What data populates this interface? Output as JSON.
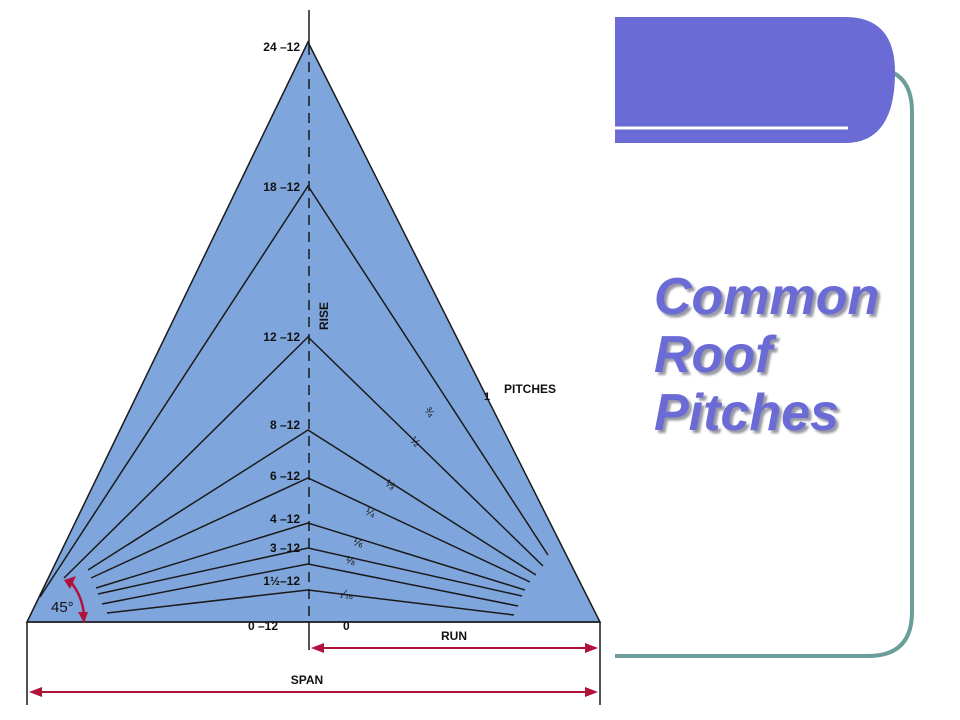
{
  "slide": {
    "title_lines": [
      "Common",
      "Roof",
      "Pitches"
    ],
    "colors": {
      "title": "#6b6bd6",
      "accent_box": "#6b6bd6",
      "frame": "#6b9e9a",
      "roof_fill": "#7fa6dc",
      "dimension": "#b0123a"
    }
  },
  "diagram": {
    "rise_label": "RISE",
    "run_label": "RUN",
    "span_label": "SPAN",
    "pitches_label": "PITCHES",
    "angle_label": "45°",
    "run_zero": "0",
    "pitch_marks": [
      {
        "id": "24",
        "label": "24 –12",
        "fraction": "1"
      },
      {
        "id": "18",
        "label": "18 –12",
        "fraction": "¾"
      },
      {
        "id": "12",
        "label": "12 –12",
        "fraction": "½"
      },
      {
        "id": "8",
        "label": "8 –12",
        "fraction": "⅓"
      },
      {
        "id": "6",
        "label": "6 –12",
        "fraction": "¼"
      },
      {
        "id": "4",
        "label": "4 –12",
        "fraction": "⅙"
      },
      {
        "id": "3",
        "label": "3 –12",
        "fraction": "⅛"
      },
      {
        "id": "1.5",
        "label": "1½–12",
        "fraction": "₁⁄₁₆"
      },
      {
        "id": "0",
        "label": "0 –12",
        "fraction": ""
      }
    ]
  }
}
